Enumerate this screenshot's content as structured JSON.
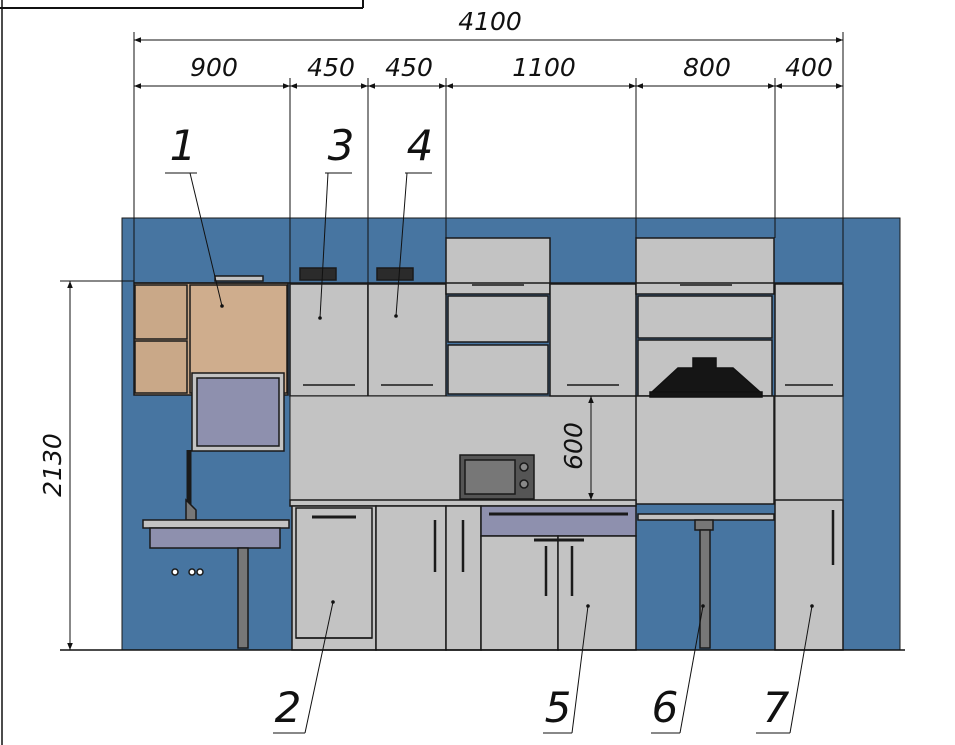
{
  "dimensions": {
    "overall_width": "4100",
    "segments": [
      "900",
      "450",
      "450",
      "1100",
      "800",
      "400"
    ],
    "height": "2130",
    "gap": "600"
  },
  "callouts": [
    "1",
    "2",
    "3",
    "4",
    "5",
    "6",
    "7"
  ],
  "colors": {
    "wall": "#4775A1",
    "cabinet": "#C3C3C3",
    "wood": "#C9A888",
    "glass": "#8E90AE",
    "outline": "#1a1a1a",
    "hood": "#151515"
  }
}
